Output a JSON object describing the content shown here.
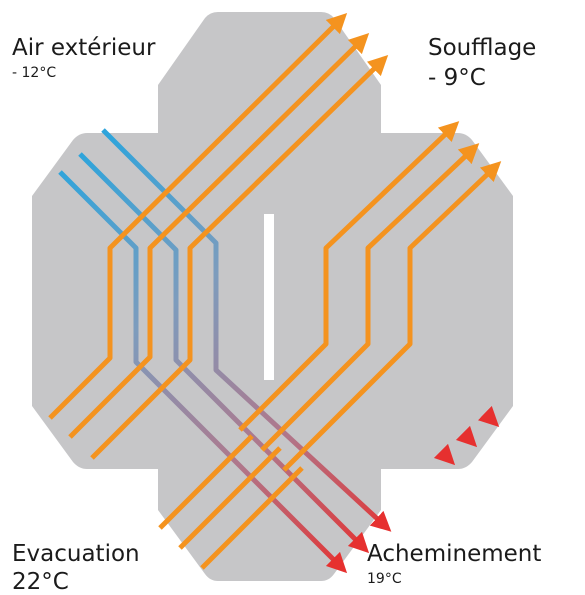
{
  "labels": {
    "outdoor_air": {
      "name": "Air extérieur",
      "temp": "- 12°C"
    },
    "supply": {
      "name": "Soufflage",
      "temp": "- 9°C"
    },
    "exhaust": {
      "name": "Evacuation",
      "temp": "22°C"
    },
    "extract": {
      "name": "Acheminement",
      "temp": "19°C"
    }
  },
  "colors": {
    "panel": "#c6c6c8",
    "orange": "#f4931f",
    "blue": "#2fa4db",
    "red": "#e6302f",
    "gradient_mid": "#9a8a9a",
    "text": "#1b1b1b",
    "background": "#ffffff"
  }
}
